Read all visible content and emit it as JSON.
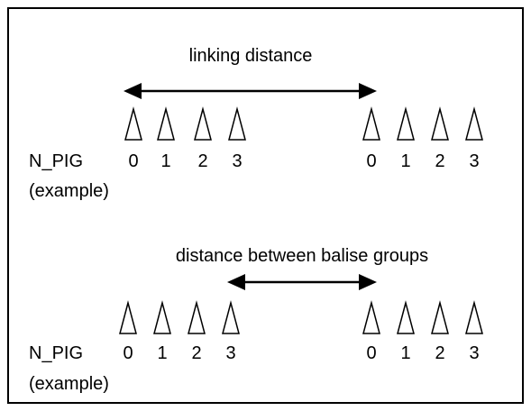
{
  "diagrams": [
    {
      "title": "linking distance",
      "row_label": "N_PIG",
      "row_note": "(example)",
      "group_a": [
        "0",
        "1",
        "2",
        "3"
      ],
      "group_b": [
        "0",
        "1",
        "2",
        "3"
      ]
    },
    {
      "title": "distance between balise groups",
      "row_label": "N_PIG",
      "row_note": "(example)",
      "group_a": [
        "0",
        "1",
        "2",
        "3"
      ],
      "group_b": [
        "0",
        "1",
        "2",
        "3"
      ]
    }
  ]
}
